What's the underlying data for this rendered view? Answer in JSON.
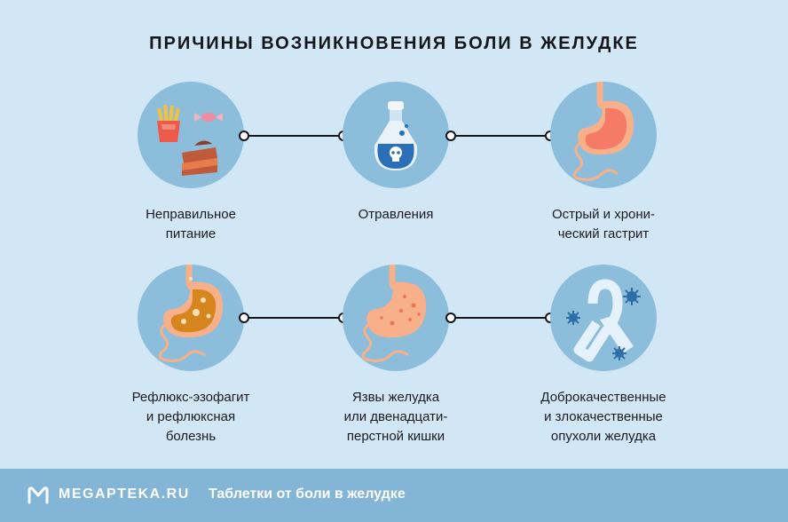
{
  "title": "ПРИЧИНЫ ВОЗНИКНОВЕНИЯ БОЛИ В ЖЕЛУДКЕ",
  "causes": [
    {
      "icon": "junk-food-icon",
      "lines": [
        "Неправильное",
        "питание"
      ]
    },
    {
      "icon": "poison-bottle-icon",
      "lines": [
        "Отравления"
      ]
    },
    {
      "icon": "stomach-gastritis-icon",
      "lines": [
        "Острый и хрони-",
        "ческий гастрит"
      ]
    },
    {
      "icon": "stomach-reflux-icon",
      "lines": [
        "Рефлюкс-эзофагит",
        "и рефлюксная",
        "болезнь"
      ]
    },
    {
      "icon": "stomach-ulcer-icon",
      "lines": [
        "Язвы желудка",
        "или двенадцати-",
        "перстной кишки"
      ]
    },
    {
      "icon": "cancer-ribbon-icon",
      "lines": [
        "Доброкачественные",
        "и злокачественные",
        "опухоли желудка"
      ]
    }
  ],
  "footer": {
    "brand": "MEGAPTEKA.RU",
    "subtitle": "Таблетки от боли в желудке"
  },
  "colors": {
    "background": "#d1e7f5",
    "circle": "#8cbddb",
    "footer": "#82b5d6",
    "stomach": "#f7b08a"
  }
}
